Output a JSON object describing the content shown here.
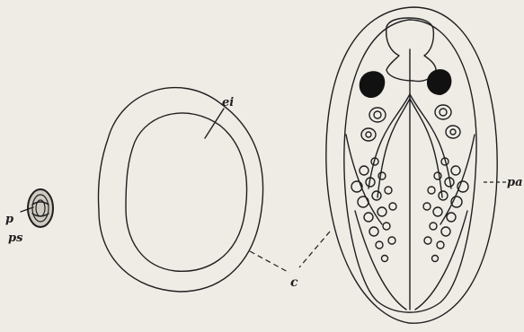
{
  "figure": {
    "labels": {
      "p": "p",
      "ps": "ps",
      "ei": "ei",
      "c": "c",
      "pa": "pa"
    }
  }
}
